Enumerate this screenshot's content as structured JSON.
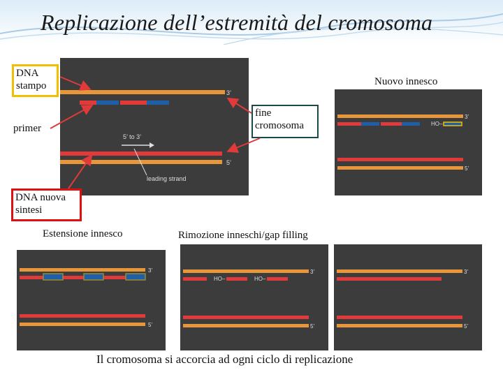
{
  "title": "Replicazione dell’estremità del cromosoma",
  "labels": {
    "dna_stampo": "DNA stampo",
    "nuovo_innesco": "Nuovo innesco",
    "fine_cromosoma": "fine cromosoma",
    "primer": "primer",
    "dna_nuova_sintesi": "DNA nuova sintesi",
    "estensione_innesco": "Estensione innesco",
    "rimozione": "Rimozione inneschi/gap filling",
    "conclusione": "Il cromosoma si accorcia ad ogni ciclo di replicazione"
  },
  "panel_text": {
    "three_prime": "3’",
    "five_prime": "5’",
    "five_to_three": "5’ to 3’",
    "leading_strand": "leading strand",
    "ho": "HO–"
  },
  "colors": {
    "template_strand": "#e8963a",
    "new_strand": "#e03a3a",
    "primer": "#1e5fa8",
    "panel_bg": "#3c3c3c",
    "box_yellow": "#f0c000",
    "box_red": "#e01010",
    "box_dark": "#1a4a4a",
    "arrow_red": "#e03a3a"
  }
}
